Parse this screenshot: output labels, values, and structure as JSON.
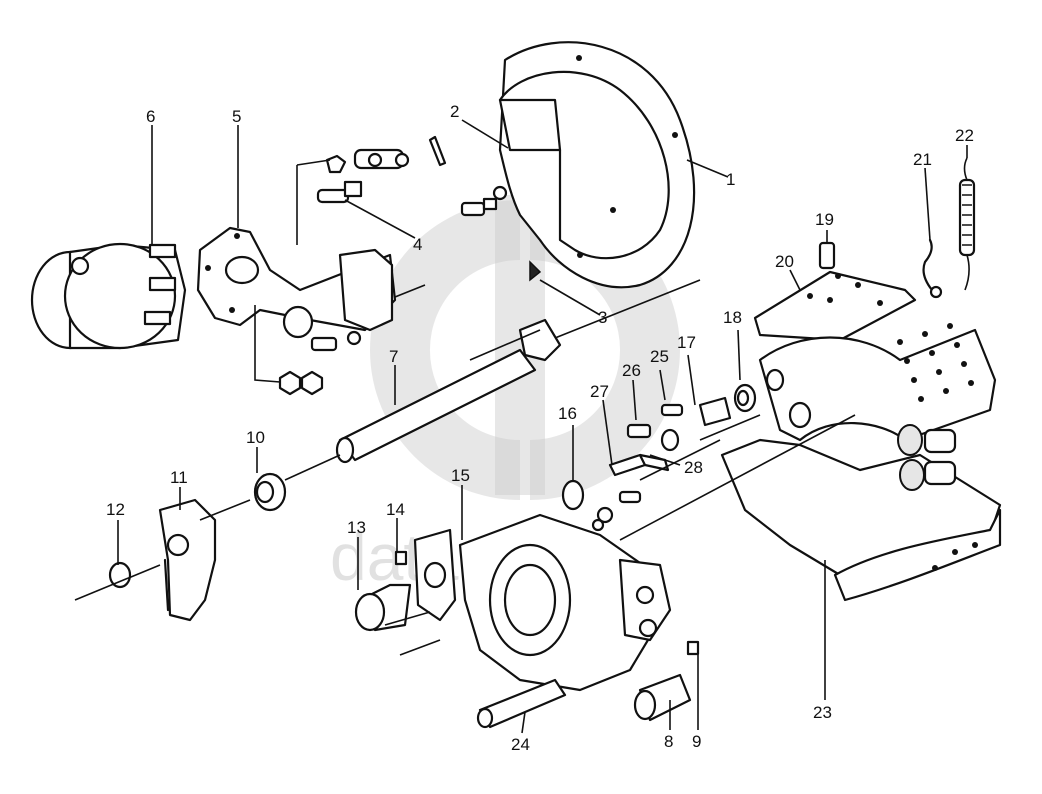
{
  "watermark": {
    "text": "dataparts",
    "color": "#c9c9c9"
  },
  "callouts": [
    "1",
    "2",
    "3",
    "4",
    "5",
    "6",
    "7",
    "8",
    "9",
    "10",
    "11",
    "12",
    "13",
    "14",
    "15",
    "16",
    "17",
    "18",
    "19",
    "20",
    "21",
    "22",
    "23",
    "24",
    "25",
    "26",
    "27",
    "28"
  ],
  "colors": {
    "line": "#111111",
    "background": "#ffffff"
  }
}
